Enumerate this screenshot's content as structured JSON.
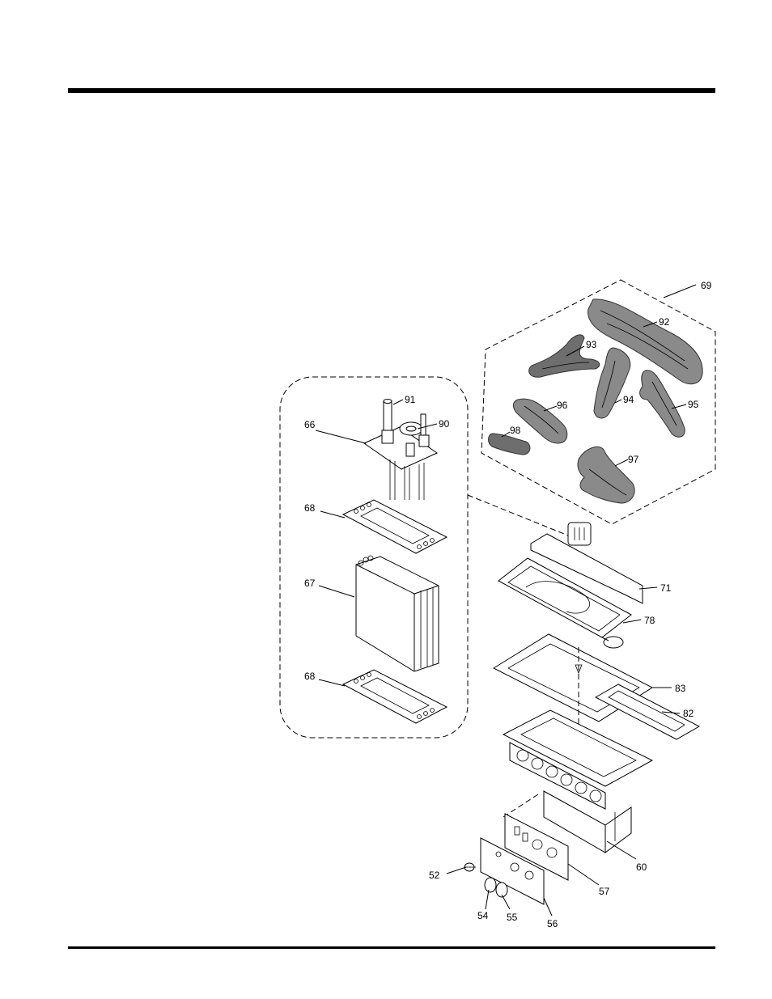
{
  "diagram": {
    "parts": {
      "p69": "69",
      "p92": "92",
      "p93": "93",
      "p94": "94",
      "p95": "95",
      "p96": "96",
      "p97": "97",
      "p98": "98",
      "p91": "91",
      "p90": "90",
      "p66": "66",
      "p68a": "68",
      "p67": "67",
      "p68b": "68",
      "p71": "71",
      "p78": "78",
      "p83": "83",
      "p82": "82",
      "p60": "60",
      "p57": "57",
      "p56": "56",
      "p55": "55",
      "p54": "54",
      "p52": "52"
    }
  }
}
